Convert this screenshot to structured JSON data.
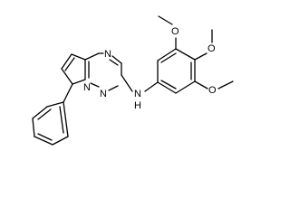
{
  "molecule": {
    "atoms": {
      "n_triazine_top": "N",
      "n_bridge": "N",
      "n_triazine_c2": "N",
      "nh_n": "N",
      "nh_h": "H",
      "o_meta_top": "O",
      "o_para": "O",
      "o_meta_bottom": "O"
    }
  }
}
